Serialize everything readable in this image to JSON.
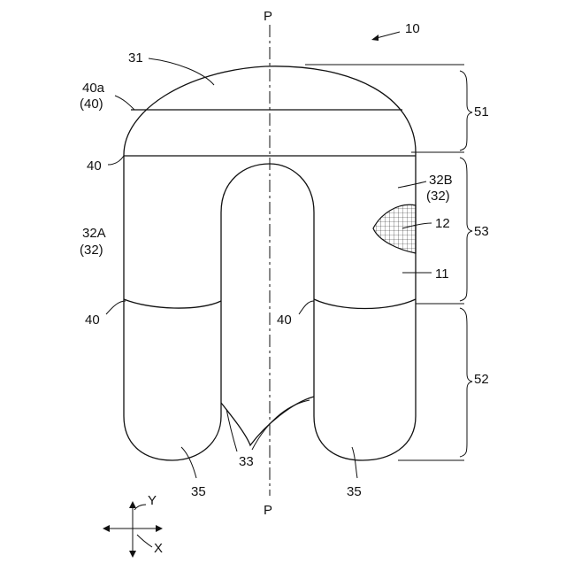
{
  "figure": {
    "ref_main": "10",
    "axis_top": "P",
    "axis_bottom": "P",
    "labels": {
      "top_chamber": "31",
      "seam_top_a": "40a",
      "seam_top_b": "(40)",
      "seam_left": "40",
      "seam_left_lower": "40",
      "seam_center": "40",
      "left_chamber_a": "32A",
      "left_chamber_b": "(32)",
      "right_chamber_a": "32B",
      "right_chamber_b": "(32)",
      "patch": "12",
      "base": "11",
      "notch": "33",
      "leg_left": "35",
      "leg_right": "35",
      "region_top": "51",
      "region_mid": "53",
      "region_bottom": "52"
    },
    "coords": {
      "y": "Y",
      "x": "X"
    }
  }
}
